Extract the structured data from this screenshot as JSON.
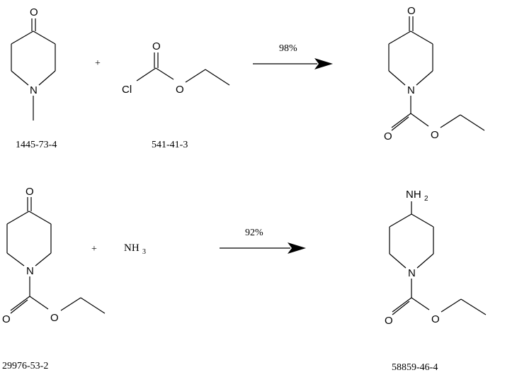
{
  "reaction1": {
    "reactant1": {
      "cas": "1445-73-4",
      "atoms": {
        "O": "O",
        "N": "N"
      }
    },
    "plus": "+",
    "reactant2": {
      "cas": "541-41-3",
      "atoms": {
        "O_carbonyl": "O",
        "Cl": "Cl",
        "O_ester": "O"
      }
    },
    "arrow_label": "98%",
    "product": {
      "atoms": {
        "O_ketone": "O",
        "N": "N",
        "O_carbonyl": "O",
        "O_ester": "O"
      }
    }
  },
  "reaction2": {
    "reactant1": {
      "cas": "29976-53-2",
      "atoms": {
        "O_ketone": "O",
        "N": "N",
        "O_carbonyl": "O",
        "O_ester": "O"
      }
    },
    "plus": "+",
    "reactant2": {
      "main": "NH",
      "sub": "3"
    },
    "arrow_label": "92%",
    "product": {
      "cas": "58859-46-4",
      "atoms": {
        "NH2_main": "NH",
        "NH2_sub": "2",
        "N": "N",
        "O_carbonyl": "O",
        "O_ester": "O"
      }
    }
  }
}
